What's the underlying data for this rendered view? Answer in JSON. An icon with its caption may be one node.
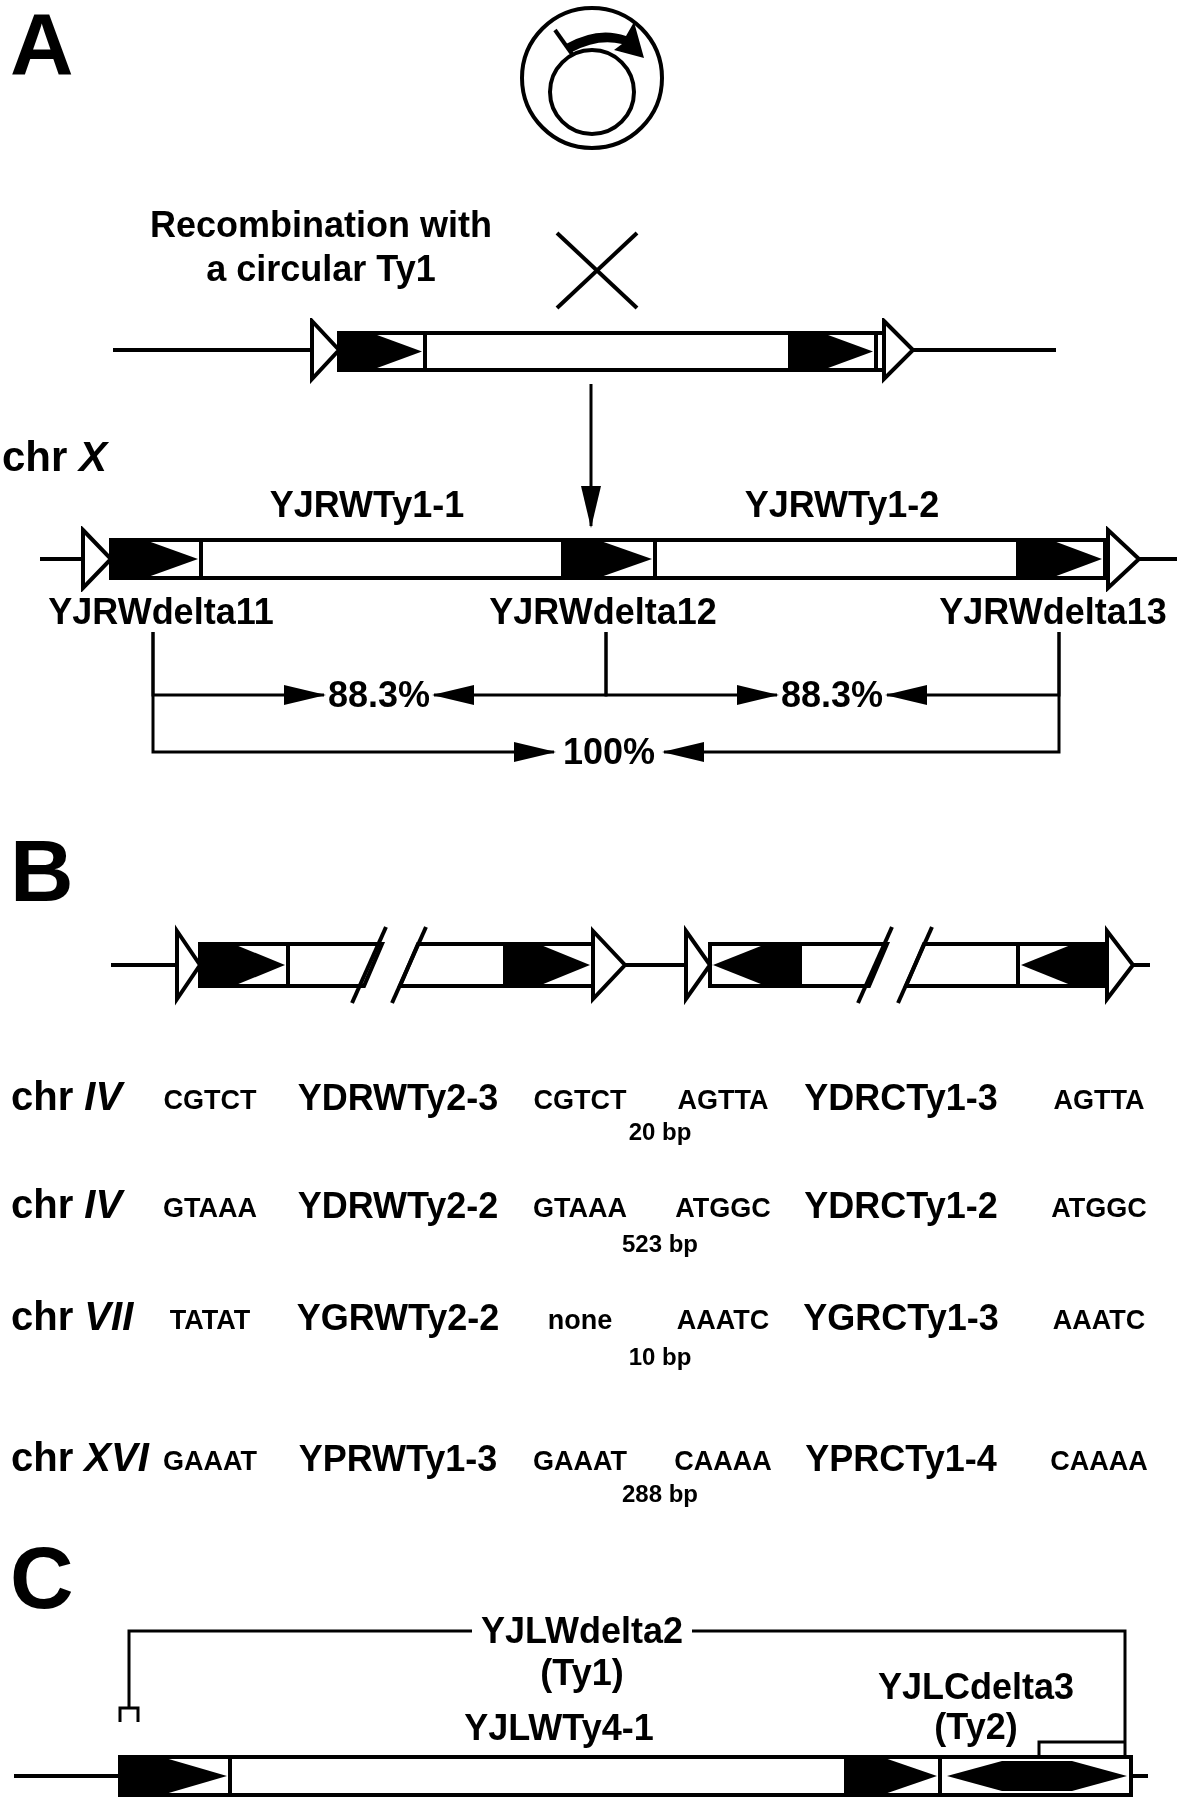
{
  "diagram": {
    "nodes": [
      {
        "text": [],
        "shape": "bar"
      },
      {
        "text": [],
        "shape": "bar"
      },
      {
        "text": [
          "YJRWdelta11"
        ]
      },
      {
        "text": [
          "YJRWdelta12"
        ]
      },
      {
        "text": [
          "YJRWdelta13"
        ]
      },
      {
        "text": [
          "88.3%"
        ]
      },
      {
        "text": [
          "88.3%"
        ]
      },
      {
        "text": [
          "100%"
        ]
      }
    ],
    "edges": [
      {
        "from": 0,
        "to": 1,
        "arrow": "to"
      },
      {
        "from": 2,
        "to": 5,
        "arrow": "to"
      },
      {
        "from": 3,
        "to": 5,
        "arrow": "to"
      },
      {
        "from": 3,
        "to": 6,
        "arrow": "to"
      },
      {
        "from": 4,
        "to": 6,
        "arrow": "to"
      },
      {
        "from": 2,
        "to": 7,
        "arrow": "to"
      },
      {
        "from": 4,
        "to": 7,
        "arrow": "to"
      }
    ],
    "labels": [
      "A",
      "Recombination with a circular Ty1",
      "chr *X*",
      "YJRWTy1-1",
      "YJRWTy1-2",
      "B",
      "chr *IV*",
      "CGTCT",
      "YDRWTy2-3",
      "CGTCT",
      "AGTTA",
      "YDRCTy1-3",
      "AGTTA",
      "20 bp",
      "chr *IV*",
      "GTAAA",
      "YDRWTy2-2",
      "GTAAA",
      "ATGGC",
      "YDRCTy1-2",
      "ATGGC",
      "523 bp",
      "chr *VII*",
      "TATAT",
      "YGRWTy2-2",
      "none",
      "AAATC",
      "YGRCTy1-3",
      "AAATC",
      "10 bp",
      "chr *XVI*",
      "GAAAT",
      "YPRWTy1-3",
      "GAAAT",
      "CAAAA",
      "YPRCTy1-4",
      "CAAAA",
      "288 bp",
      "C",
      "YJLWdelta2 (Ty1)",
      "YJLCdelta3 (Ty2)",
      "YJLWTy4-1"
    ]
  }
}
